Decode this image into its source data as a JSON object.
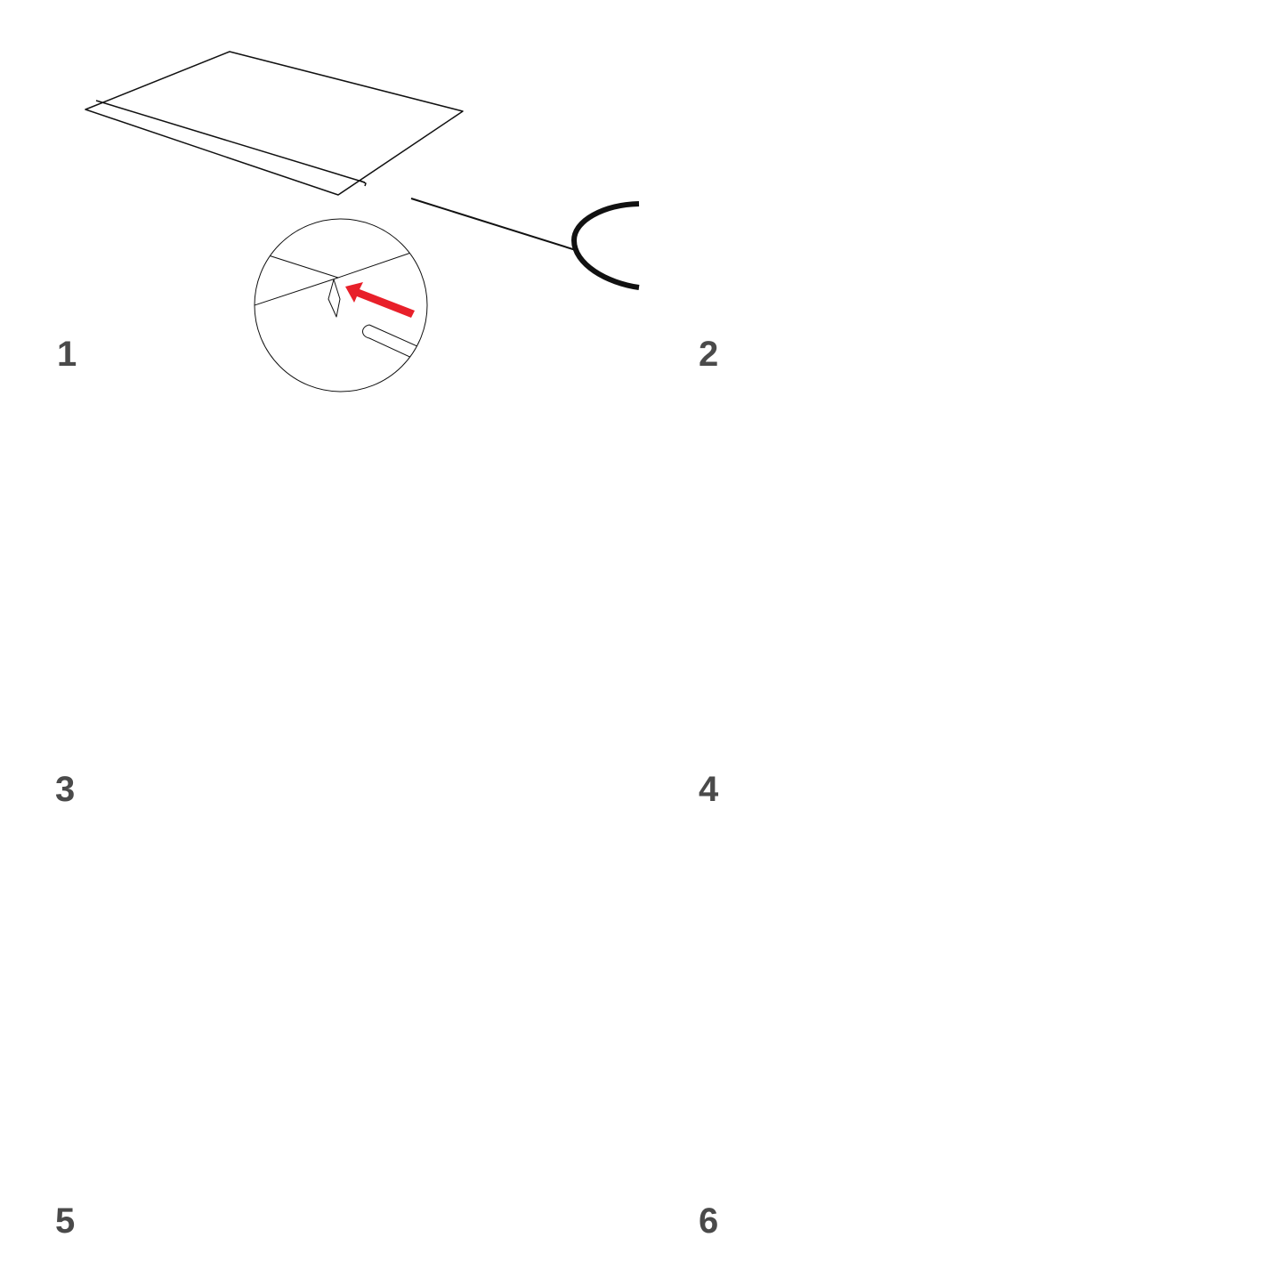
{
  "steps": [
    {
      "label": "1"
    },
    {
      "label": "2"
    },
    {
      "label": "3"
    },
    {
      "label": "4"
    },
    {
      "label": "5"
    },
    {
      "label": "6"
    }
  ],
  "colors": {
    "line": "#111111",
    "arrow": "#e8202a",
    "number": "#4a4a4a",
    "background": "#ffffff"
  }
}
